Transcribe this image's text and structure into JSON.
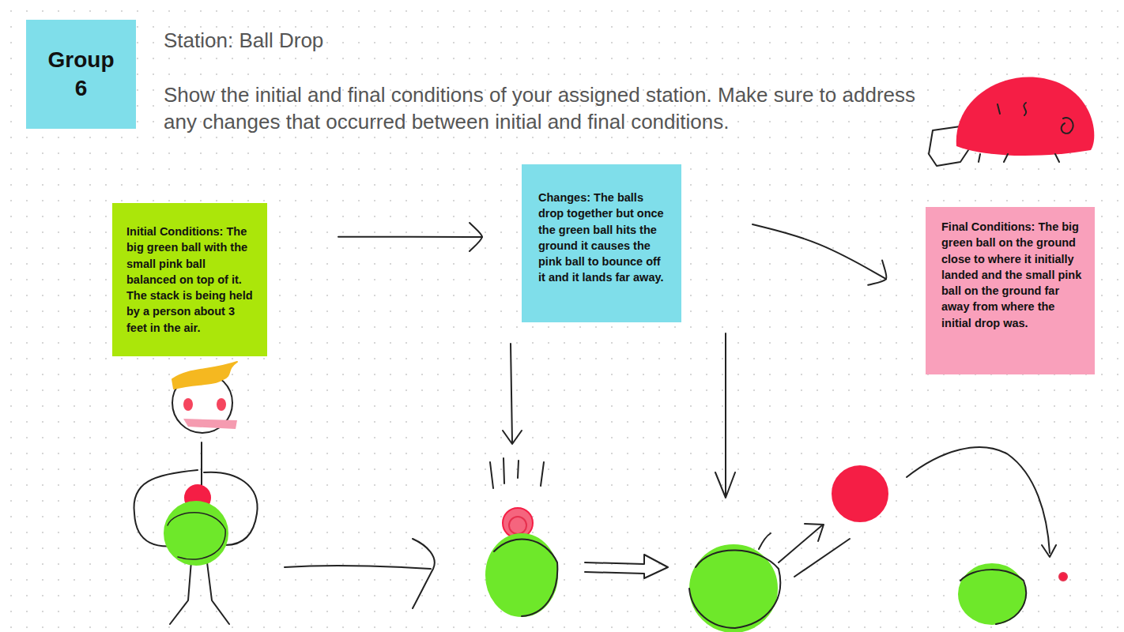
{
  "diagram": {
    "title": "Station: Ball Drop",
    "nodes": [
      {
        "text": [
          "Group 6"
        ]
      },
      {
        "text": [
          "Initial Conditions: The big green ball with the small pink ball balanced on top of it. The stack is being held by a person about 3 feet in the air."
        ]
      },
      {
        "text": [
          "Changes: The balls drop together but once the green ball hits the ground it causes the pink ball to bounce off it and it lands far away."
        ]
      },
      {
        "text": [
          "Final Conditions: The big green ball on the ground close to where it initially landed and the small pink ball on the ground far away from where the initial drop was."
        ]
      }
    ],
    "edges": [
      {
        "from": 1,
        "to": 2,
        "arrow": "to"
      },
      {
        "from": 2,
        "to": 3,
        "arrow": "to"
      }
    ],
    "labels": [
      "Show the initial and final conditions of your assigned station. Make sure to address any changes that occurred between initial and final conditions."
    ]
  }
}
